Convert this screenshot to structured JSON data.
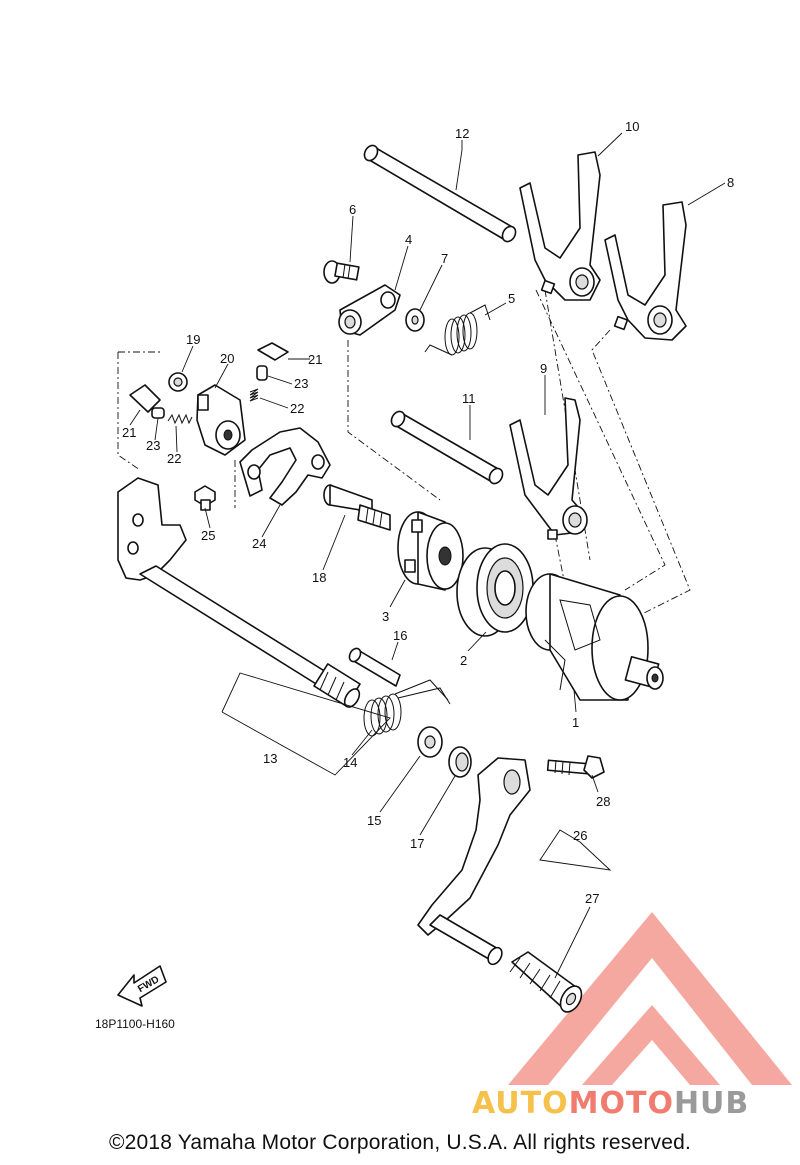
{
  "callouts": [
    {
      "num": "1"
    },
    {
      "num": "2"
    },
    {
      "num": "3"
    },
    {
      "num": "4"
    },
    {
      "num": "5"
    },
    {
      "num": "6"
    },
    {
      "num": "7"
    },
    {
      "num": "8"
    },
    {
      "num": "9"
    },
    {
      "num": "10"
    },
    {
      "num": "11"
    },
    {
      "num": "12"
    },
    {
      "num": "13"
    },
    {
      "num": "14"
    },
    {
      "num": "15"
    },
    {
      "num": "16"
    },
    {
      "num": "17"
    },
    {
      "num": "18"
    },
    {
      "num": "19"
    },
    {
      "num": "20"
    },
    {
      "num": "21"
    },
    {
      "num": "22"
    },
    {
      "num": "23"
    },
    {
      "num": "21"
    },
    {
      "num": "22"
    },
    {
      "num": "23"
    },
    {
      "num": "24"
    },
    {
      "num": "25"
    },
    {
      "num": "26"
    },
    {
      "num": "27"
    },
    {
      "num": "28"
    }
  ],
  "fwd_label": "FWD",
  "diagram_code": "18P1100-H160",
  "watermark": {
    "part1": "AUTO",
    "part2": "MOTO",
    "part3": "HUB",
    "color": "#f08a80"
  },
  "copyright": "©2018 Yamaha Motor Corporation, U.S.A. All rights reserved."
}
